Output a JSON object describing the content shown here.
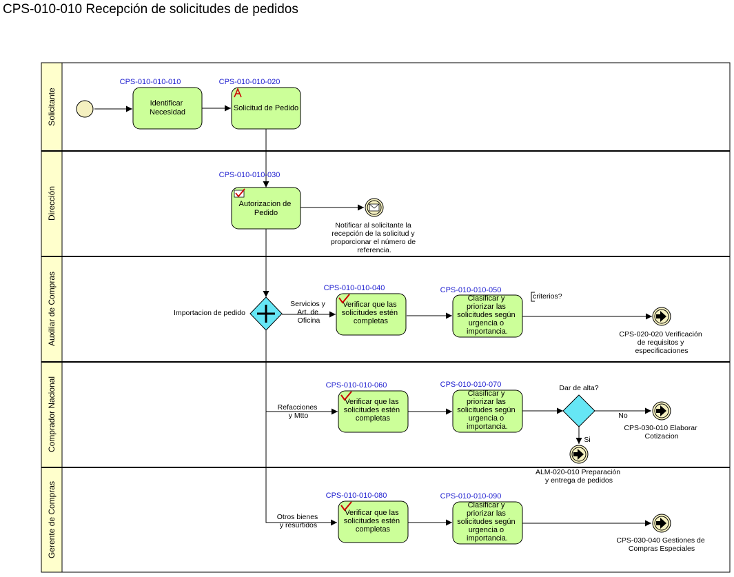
{
  "title": "CPS-010-010 Recepción de solicitudes de pedidos",
  "lanes": [
    {
      "name": "Solicitante"
    },
    {
      "name": "Dirección"
    },
    {
      "name": "Auxiliar de Compras"
    },
    {
      "name": "Comprador Nacional"
    },
    {
      "name": "Gerente de Compras"
    }
  ],
  "tasks": {
    "t010": {
      "code": "CPS-010-010-010",
      "lines": [
        "Identificar",
        "Necesidad"
      ]
    },
    "t020": {
      "code": "CPS-010-010-020",
      "lines": [
        "Solicitud de Pedido"
      ]
    },
    "t030": {
      "code": "CPS-010-010-030",
      "lines": [
        "Autorizacion de",
        "Pedido"
      ]
    },
    "t040": {
      "code": "CPS-010-010-040",
      "lines": [
        "Verificar que las",
        "solicitudes estén",
        "completas"
      ]
    },
    "t050": {
      "code": "CPS-010-010-050",
      "lines": [
        "Clasificar y",
        "priorizar las",
        "solicitudes según",
        "urgencia o",
        "importancia."
      ]
    },
    "t060": {
      "code": "CPS-010-010-060",
      "lines": [
        "Verificar que las",
        "solicitudes estén",
        "completas"
      ]
    },
    "t070": {
      "code": "CPS-010-010-070",
      "lines": [
        "Clasificar y",
        "priorizar las",
        "solicitudes según",
        "urgencia o",
        "importancia."
      ]
    },
    "t080": {
      "code": "CPS-010-010-080",
      "lines": [
        "Verificar que las",
        "solicitudes estén",
        "completas"
      ]
    },
    "t090": {
      "code": "CPS-010-010-090",
      "lines": [
        "Clasificar y",
        "priorizar las",
        "solicitudes según",
        "urgencia o",
        "importancia."
      ]
    }
  },
  "message_event": {
    "lines": [
      "Notificar al solicitante la",
      "recepción de la solicitud y",
      "proporcionar el número de",
      "referencia."
    ]
  },
  "gateway_parallel": {
    "label": "Importacion de pedido"
  },
  "gateway_decision": {
    "label": "Dar de alta?",
    "no_label": "No",
    "yes_label": "Si"
  },
  "flow_labels": {
    "servicios": [
      "Servicios y",
      "Art. de",
      "Oficina"
    ],
    "refacciones": [
      "Refacciones",
      "y Mtto"
    ],
    "otros": [
      "Otros bienes",
      "y resurtidos"
    ]
  },
  "annotation": {
    "text": "criterios?"
  },
  "end_events": {
    "e1": {
      "lines": [
        "CPS-020-020 Verificación",
        "de requisitos y",
        "especificaciones"
      ]
    },
    "e2": {
      "lines": [
        "CPS-030-010 Elaborar",
        "Cotizacion"
      ]
    },
    "e3": {
      "lines": [
        "ALM-020-010 Preparación",
        "y entrega de pedidos"
      ]
    },
    "e4": {
      "lines": [
        "CPS-030-040 Gestiones de",
        "Compras Especiales"
      ]
    }
  },
  "colors": {
    "task_fill": "#ccff99",
    "lane_header": "#ffffcc",
    "code_text": "#1c1ccf",
    "gateway_fill": "#66e6f5",
    "event_fill": "#f5f0c0",
    "check_mark": "#cc0000"
  }
}
